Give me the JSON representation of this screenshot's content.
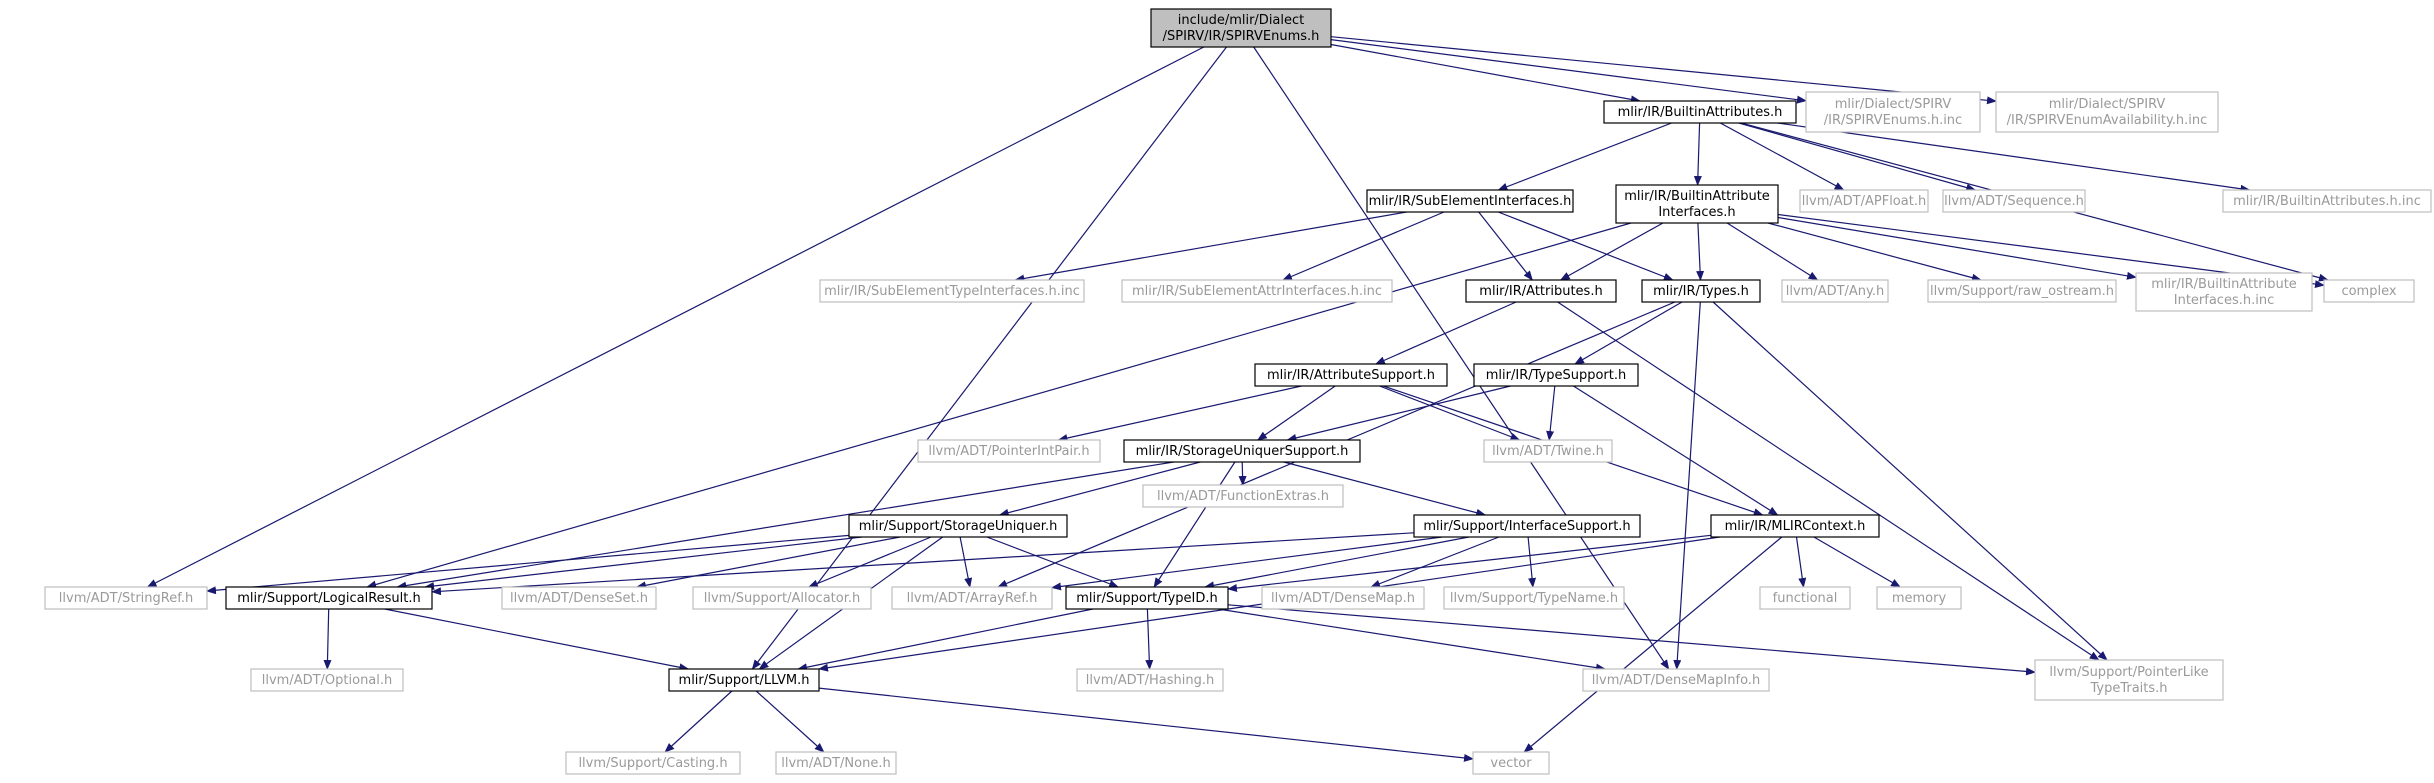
{
  "colors": {
    "root_fill": "#bfbfbf",
    "node_fill": "#ffffff",
    "documented_stroke": "#000000",
    "external_stroke": "#bfbfbf",
    "external_text": "#9a9a9a",
    "node_text": "#000000",
    "edge": "#191970"
  },
  "nodes": [
    {
      "id": "root",
      "lines": [
        "include/mlir/Dialect",
        "/SPIRV/IR/SPIRVEnums.h"
      ],
      "kind": "root"
    },
    {
      "id": "builtinattributes",
      "lines": [
        "mlir/IR/BuiltinAttributes.h"
      ],
      "kind": "documented"
    },
    {
      "id": "spirvenums_inc",
      "lines": [
        "mlir/Dialect/SPIRV",
        "/IR/SPIRVEnums.h.inc"
      ],
      "kind": "external"
    },
    {
      "id": "spirvavail_inc",
      "lines": [
        "mlir/Dialect/SPIRV",
        "/IR/SPIRVEnumAvailability.h.inc"
      ],
      "kind": "external"
    },
    {
      "id": "subelementinterfaces",
      "lines": [
        "mlir/IR/SubElementInterfaces.h"
      ],
      "kind": "documented"
    },
    {
      "id": "builtinattrinterfaces",
      "lines": [
        "mlir/IR/BuiltinAttribute",
        "Interfaces.h"
      ],
      "kind": "documented"
    },
    {
      "id": "apfloat",
      "lines": [
        "llvm/ADT/APFloat.h"
      ],
      "kind": "external"
    },
    {
      "id": "sequence",
      "lines": [
        "llvm/ADT/Sequence.h"
      ],
      "kind": "external"
    },
    {
      "id": "builtinattrs_inc",
      "lines": [
        "mlir/IR/BuiltinAttributes.h.inc"
      ],
      "kind": "external"
    },
    {
      "id": "subtypeinterfaces_inc",
      "lines": [
        "mlir/IR/SubElementTypeInterfaces.h.inc"
      ],
      "kind": "external"
    },
    {
      "id": "subattrinterfaces_inc",
      "lines": [
        "mlir/IR/SubElementAttrInterfaces.h.inc"
      ],
      "kind": "external"
    },
    {
      "id": "attributes",
      "lines": [
        "mlir/IR/Attributes.h"
      ],
      "kind": "documented"
    },
    {
      "id": "types",
      "lines": [
        "mlir/IR/Types.h"
      ],
      "kind": "documented"
    },
    {
      "id": "any",
      "lines": [
        "llvm/ADT/Any.h"
      ],
      "kind": "external"
    },
    {
      "id": "raw_ostream",
      "lines": [
        "llvm/Support/raw_ostream.h"
      ],
      "kind": "external"
    },
    {
      "id": "builtinattrinterfaces_inc",
      "lines": [
        "mlir/IR/BuiltinAttribute",
        "Interfaces.h.inc"
      ],
      "kind": "external"
    },
    {
      "id": "complex",
      "lines": [
        "complex"
      ],
      "kind": "external"
    },
    {
      "id": "attributesupport",
      "lines": [
        "mlir/IR/AttributeSupport.h"
      ],
      "kind": "documented"
    },
    {
      "id": "typesupport",
      "lines": [
        "mlir/IR/TypeSupport.h"
      ],
      "kind": "documented"
    },
    {
      "id": "pointerintpair",
      "lines": [
        "llvm/ADT/PointerIntPair.h"
      ],
      "kind": "external"
    },
    {
      "id": "twine",
      "lines": [
        "llvm/ADT/Twine.h"
      ],
      "kind": "external"
    },
    {
      "id": "storageuniquersupport",
      "lines": [
        "mlir/IR/StorageUniquerSupport.h"
      ],
      "kind": "documented"
    },
    {
      "id": "functionextras",
      "lines": [
        "llvm/ADT/FunctionExtras.h"
      ],
      "kind": "external"
    },
    {
      "id": "storageuniquer",
      "lines": [
        "mlir/Support/StorageUniquer.h"
      ],
      "kind": "documented"
    },
    {
      "id": "interfacesupport",
      "lines": [
        "mlir/Support/InterfaceSupport.h"
      ],
      "kind": "documented"
    },
    {
      "id": "mlircontext",
      "lines": [
        "mlir/IR/MLIRContext.h"
      ],
      "kind": "documented"
    },
    {
      "id": "stringref",
      "lines": [
        "llvm/ADT/StringRef.h"
      ],
      "kind": "external"
    },
    {
      "id": "logicalresult",
      "lines": [
        "mlir/Support/LogicalResult.h"
      ],
      "kind": "documented"
    },
    {
      "id": "denseset",
      "lines": [
        "llvm/ADT/DenseSet.h"
      ],
      "kind": "external"
    },
    {
      "id": "allocator",
      "lines": [
        "llvm/Support/Allocator.h"
      ],
      "kind": "external"
    },
    {
      "id": "arrayref",
      "lines": [
        "llvm/ADT/ArrayRef.h"
      ],
      "kind": "external"
    },
    {
      "id": "typeid",
      "lines": [
        "mlir/Support/TypeID.h"
      ],
      "kind": "documented"
    },
    {
      "id": "densemap",
      "lines": [
        "llvm/ADT/DenseMap.h"
      ],
      "kind": "external"
    },
    {
      "id": "typename",
      "lines": [
        "llvm/Support/TypeName.h"
      ],
      "kind": "external"
    },
    {
      "id": "functional",
      "lines": [
        "functional"
      ],
      "kind": "external"
    },
    {
      "id": "memory",
      "lines": [
        "memory"
      ],
      "kind": "external"
    },
    {
      "id": "optional",
      "lines": [
        "llvm/ADT/Optional.h"
      ],
      "kind": "external"
    },
    {
      "id": "llvm_h",
      "lines": [
        "mlir/Support/LLVM.h"
      ],
      "kind": "documented"
    },
    {
      "id": "hashing",
      "lines": [
        "llvm/ADT/Hashing.h"
      ],
      "kind": "external"
    },
    {
      "id": "densemapinfo",
      "lines": [
        "llvm/ADT/DenseMapInfo.h"
      ],
      "kind": "external"
    },
    {
      "id": "pointerlike",
      "lines": [
        "llvm/Support/PointerLike",
        "TypeTraits.h"
      ],
      "kind": "external"
    },
    {
      "id": "casting",
      "lines": [
        "llvm/Support/Casting.h"
      ],
      "kind": "external"
    },
    {
      "id": "none",
      "lines": [
        "llvm/ADT/None.h"
      ],
      "kind": "external"
    },
    {
      "id": "vector",
      "lines": [
        "vector"
      ],
      "kind": "external"
    }
  ],
  "edges": [
    [
      "root",
      "builtinattributes"
    ],
    [
      "root",
      "spirvenums_inc"
    ],
    [
      "root",
      "spirvavail_inc"
    ],
    [
      "root",
      "llvm_h"
    ],
    [
      "root",
      "stringref"
    ],
    [
      "root",
      "densemapinfo"
    ],
    [
      "builtinattributes",
      "subelementinterfaces"
    ],
    [
      "builtinattributes",
      "builtinattrinterfaces"
    ],
    [
      "builtinattributes",
      "apfloat"
    ],
    [
      "builtinattributes",
      "sequence"
    ],
    [
      "builtinattributes",
      "builtinattrs_inc"
    ],
    [
      "builtinattributes",
      "complex"
    ],
    [
      "subelementinterfaces",
      "subtypeinterfaces_inc"
    ],
    [
      "subelementinterfaces",
      "subattrinterfaces_inc"
    ],
    [
      "subelementinterfaces",
      "attributes"
    ],
    [
      "subelementinterfaces",
      "types"
    ],
    [
      "builtinattrinterfaces",
      "attributes"
    ],
    [
      "builtinattrinterfaces",
      "types"
    ],
    [
      "builtinattrinterfaces",
      "any"
    ],
    [
      "builtinattrinterfaces",
      "raw_ostream"
    ],
    [
      "builtinattrinterfaces",
      "builtinattrinterfaces_inc"
    ],
    [
      "builtinattrinterfaces",
      "complex"
    ],
    [
      "builtinattrinterfaces",
      "logicalresult"
    ],
    [
      "attributes",
      "attributesupport"
    ],
    [
      "attributes",
      "pointerlike"
    ],
    [
      "types",
      "typesupport"
    ],
    [
      "types",
      "densemapinfo"
    ],
    [
      "types",
      "pointerlike"
    ],
    [
      "types",
      "arrayref"
    ],
    [
      "attributesupport",
      "pointerintpair"
    ],
    [
      "attributesupport",
      "twine"
    ],
    [
      "attributesupport",
      "storageuniquersupport"
    ],
    [
      "attributesupport",
      "mlircontext"
    ],
    [
      "typesupport",
      "storageuniquersupport"
    ],
    [
      "typesupport",
      "twine"
    ],
    [
      "typesupport",
      "mlircontext"
    ],
    [
      "storageuniquersupport",
      "functionextras"
    ],
    [
      "storageuniquersupport",
      "storageuniquer"
    ],
    [
      "storageuniquersupport",
      "interfacesupport"
    ],
    [
      "storageuniquersupport",
      "typeid"
    ],
    [
      "storageuniquersupport",
      "logicalresult"
    ],
    [
      "storageuniquer",
      "stringref"
    ],
    [
      "storageuniquer",
      "logicalresult"
    ],
    [
      "storageuniquer",
      "denseset"
    ],
    [
      "storageuniquer",
      "allocator"
    ],
    [
      "storageuniquer",
      "arrayref"
    ],
    [
      "storageuniquer",
      "typeid"
    ],
    [
      "storageuniquer",
      "llvm_h"
    ],
    [
      "interfacesupport",
      "arrayref"
    ],
    [
      "interfacesupport",
      "typeid"
    ],
    [
      "interfacesupport",
      "densemap"
    ],
    [
      "interfacesupport",
      "typename"
    ],
    [
      "interfacesupport",
      "logicalresult"
    ],
    [
      "mlircontext",
      "functional"
    ],
    [
      "mlircontext",
      "memory"
    ],
    [
      "mlircontext",
      "vector"
    ],
    [
      "mlircontext",
      "typeid"
    ],
    [
      "mlircontext",
      "llvm_h"
    ],
    [
      "logicalresult",
      "optional"
    ],
    [
      "logicalresult",
      "llvm_h"
    ],
    [
      "typeid",
      "llvm_h"
    ],
    [
      "typeid",
      "hashing"
    ],
    [
      "typeid",
      "densemapinfo"
    ],
    [
      "typeid",
      "pointerlike"
    ],
    [
      "llvm_h",
      "casting"
    ],
    [
      "llvm_h",
      "none"
    ],
    [
      "llvm_h",
      "vector"
    ]
  ]
}
